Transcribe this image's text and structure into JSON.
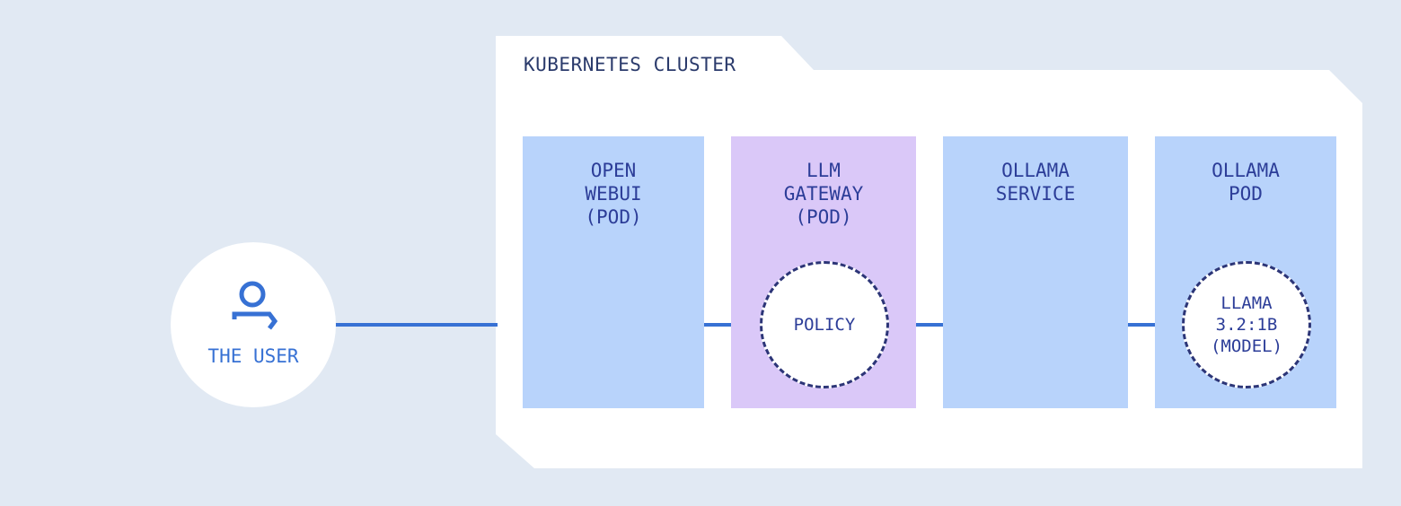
{
  "diagram": {
    "cluster_title": "KUBERNETES CLUSTER",
    "user": {
      "label": "THE USER",
      "icon": "user-icon"
    },
    "boxes": [
      {
        "label": "OPEN\nWEBUI\n(POD)"
      },
      {
        "label": "LLM\nGATEWAY\n(POD)"
      },
      {
        "label": "OLLAMA\nSERVICE"
      },
      {
        "label": "OLLAMA\nPOD"
      }
    ],
    "policy_label": "POLICY",
    "model_label": "LLAMA\n3.2:1B\n(MODEL)"
  },
  "colors": {
    "background": "#e1e9f3",
    "cluster_fill": "#ffffff",
    "box_blue": "#b8d3fb",
    "box_purple": "#dac8f8",
    "connector": "#3771d4",
    "text_dark": "#2c3d98"
  }
}
